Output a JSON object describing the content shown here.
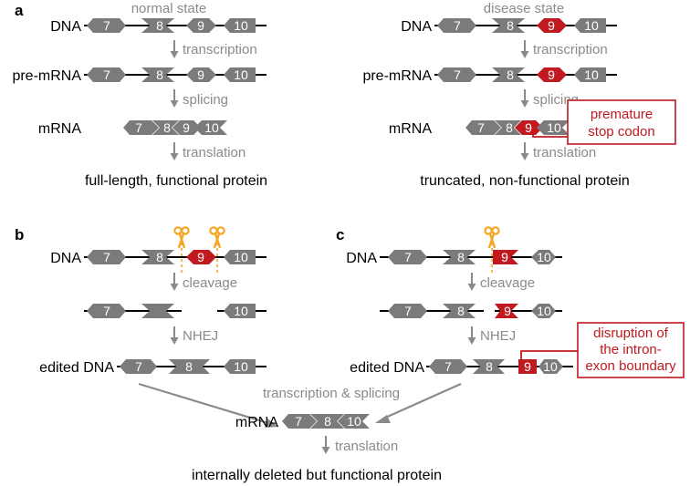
{
  "colors": {
    "exon": "#7b7b7b",
    "mutant_exon": "#c0191f",
    "arrow": "#8a8a8a",
    "scissors": "#f5a623",
    "line": "#000000"
  },
  "panels": {
    "a": "a",
    "b": "b",
    "c": "c"
  },
  "headers": {
    "normal": "normal state",
    "disease": "disease state"
  },
  "labels": {
    "dna": "DNA",
    "pre_mrna": "pre-mRNA",
    "mrna": "mRNA",
    "edited_dna": "edited DNA"
  },
  "steps": {
    "transcription": "transcription",
    "splicing": "splicing",
    "translation": "translation",
    "cleavage": "cleavage",
    "nhej": "NHEJ",
    "transcription_splicing": "transcription & splicing"
  },
  "exons": {
    "e7": "7",
    "e8": "8",
    "e9": "9",
    "e10": "10"
  },
  "captions": {
    "normal": "full-length, functional protein",
    "disease": "truncated, non-functional protein",
    "edited": "internally deleted but functional protein"
  },
  "notes": {
    "stop_l1": "premature",
    "stop_l2": "stop codon",
    "disrupt_l1": "disruption of",
    "disrupt_l2": "the intron-",
    "disrupt_l3": "exon boundary"
  },
  "icons": {
    "arrow": "down-arrow-icon",
    "scissors": "scissors-icon"
  }
}
